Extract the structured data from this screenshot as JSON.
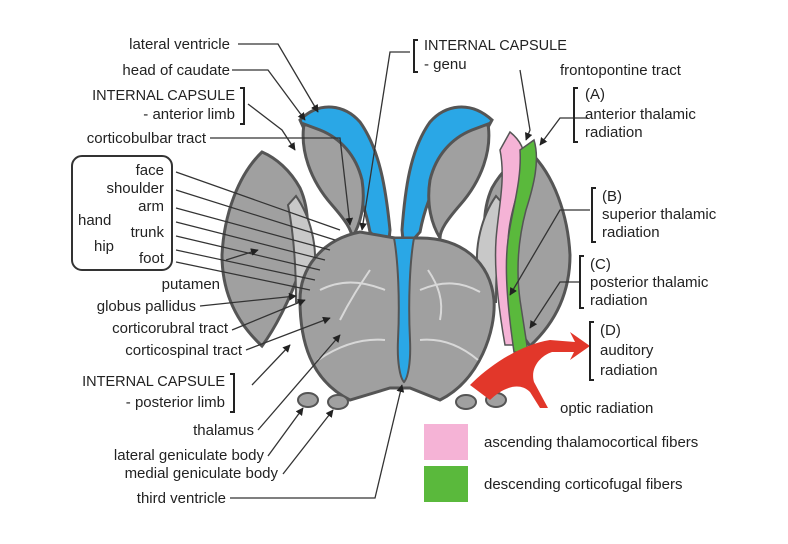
{
  "colors": {
    "gray": "#9e9e9e",
    "dark": "#555555",
    "blue": "#2aa7e6",
    "pink": "#f5b3d6",
    "green": "#5ab93c",
    "red": "#e2372a"
  },
  "labels_left": {
    "lateral_ventricle": "lateral ventricle",
    "head_of_caudate": "head of caudate",
    "ic_anterior_title": "INTERNAL CAPSULE",
    "ic_anterior_sub": "- anterior limb",
    "corticobulbar": "corticobulbar tract",
    "face": "face",
    "shoulder": "shoulder",
    "arm": "arm",
    "hand": "hand",
    "trunk": "trunk",
    "hip": "hip",
    "foot": "foot",
    "putamen": "putamen",
    "globus_pallidus": "globus pallidus",
    "corticorubral": "corticorubral tract",
    "corticospinal": "corticospinal tract",
    "ic_posterior_title": "INTERNAL CAPSULE",
    "ic_posterior_sub": "- posterior limb",
    "thalamus": "thalamus",
    "lgb": "lateral geniculate body",
    "mgb": "medial geniculate body",
    "third_ventricle": "third ventricle"
  },
  "labels_top": {
    "ic_genu_title": "INTERNAL CAPSULE",
    "ic_genu_sub": "- genu",
    "frontopontine": "frontopontine tract"
  },
  "labels_right": {
    "a_letter": "(A)",
    "a_line1": "anterior thalamic",
    "a_line2": "radiation",
    "b_letter": "(B)",
    "b_line1": "superior thalamic",
    "b_line2": "radiation",
    "c_letter": "(C)",
    "c_line1": "posterior thalamic",
    "c_line2": "radiation",
    "d_letter": "(D)",
    "d_line1": "auditory",
    "d_line2": "radiation",
    "optic": "optic radiation"
  },
  "legend": [
    {
      "label": "ascending thalamocortical fibers",
      "color": "#f5b3d6"
    },
    {
      "label": "descending corticofugal fibers",
      "color": "#5ab93c"
    }
  ]
}
